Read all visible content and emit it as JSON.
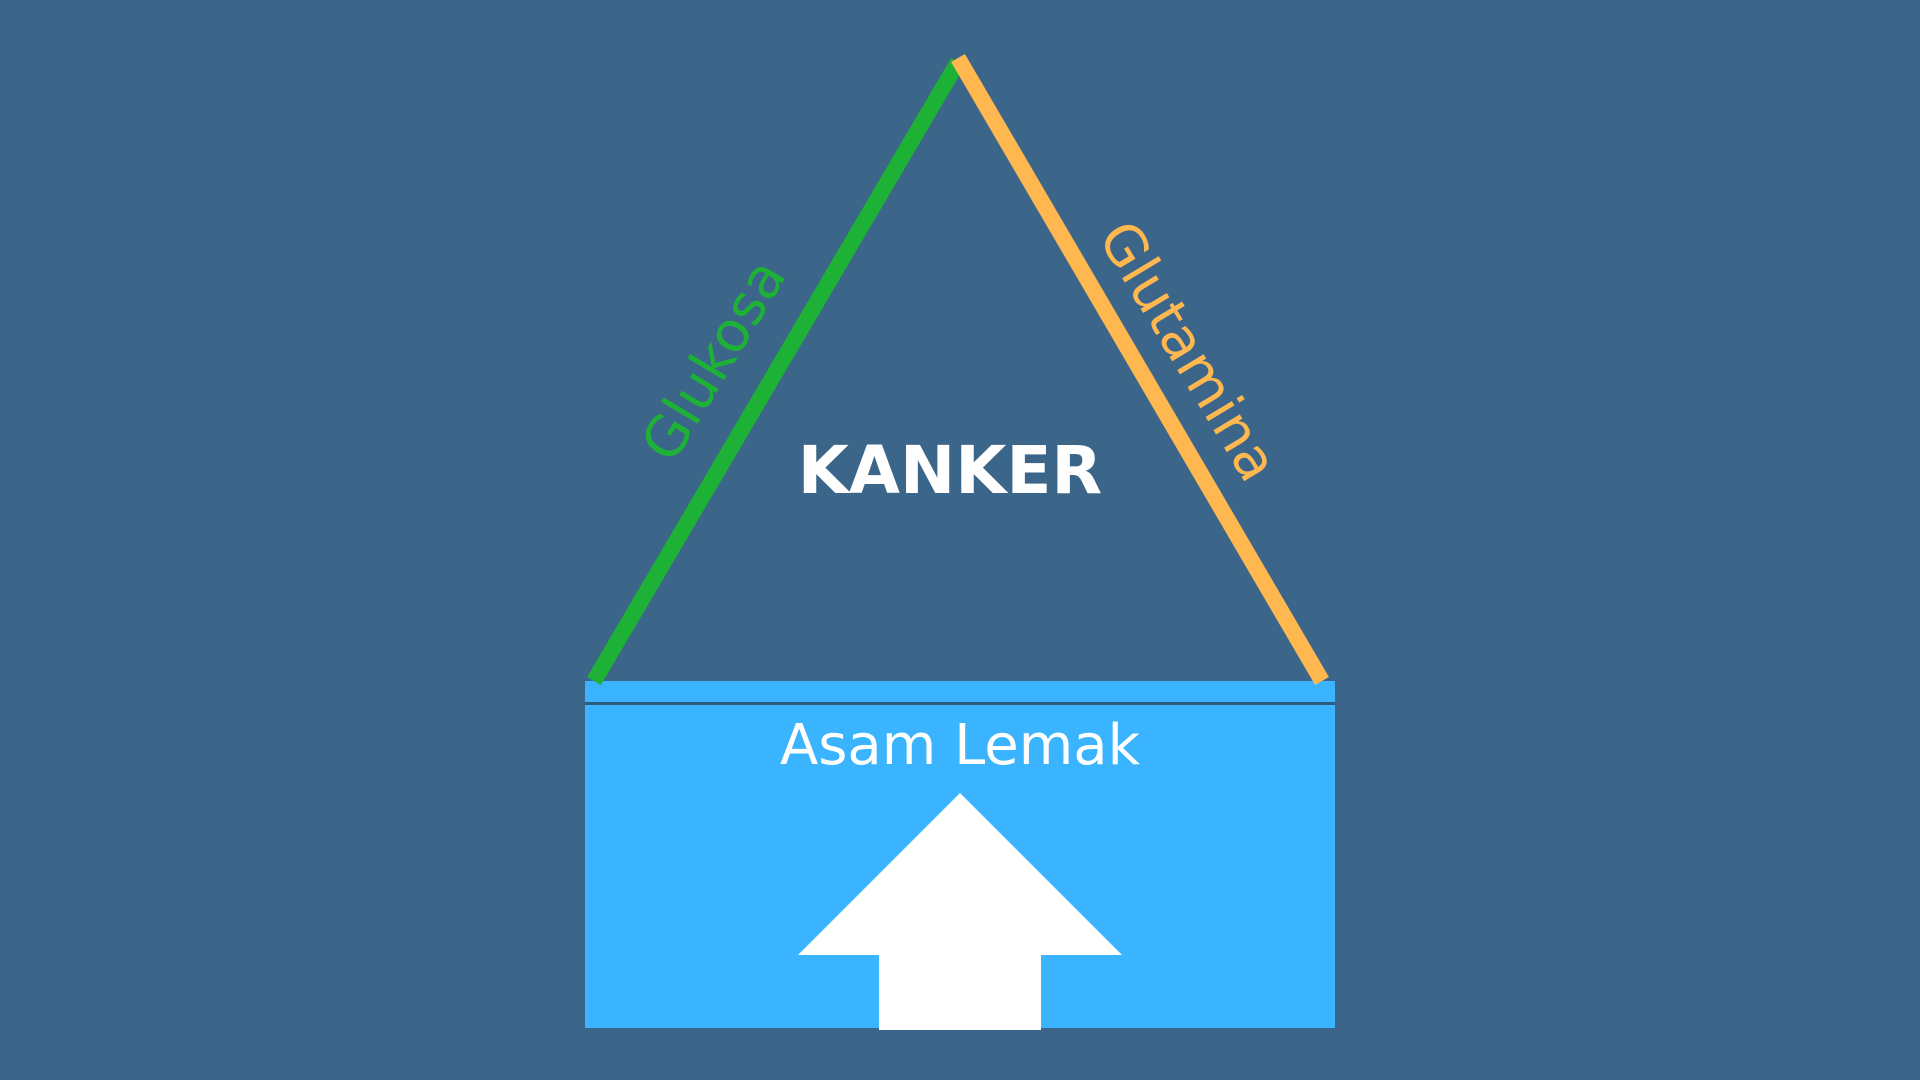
{
  "diagram": {
    "center_label": "KANKER",
    "left_side_label": "Glukosa",
    "right_side_label": "Glutamina",
    "base_label": "Asam Lemak"
  },
  "colors": {
    "background": "#3b6589",
    "glukosa": "#1db236",
    "glutamina": "#ffb84f",
    "base": "#3ab4fe",
    "text": "#ffffff",
    "arrow": "#ffffff"
  },
  "icons": {
    "base_arrow": "up-arrow-icon"
  }
}
